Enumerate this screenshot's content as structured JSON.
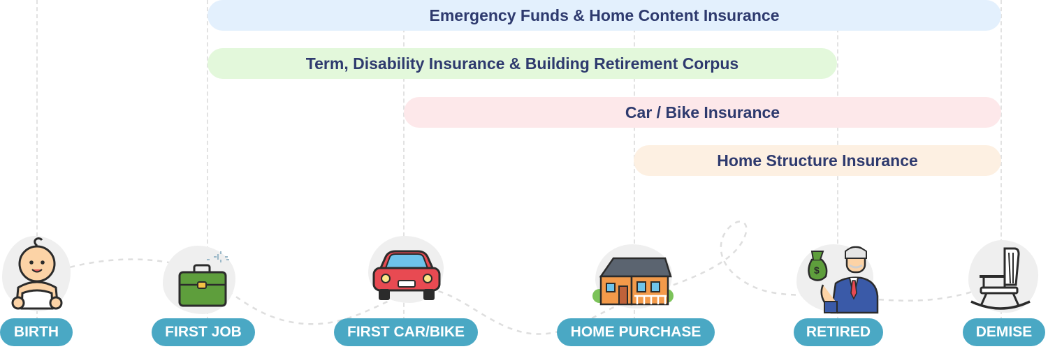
{
  "coverage_bands": [
    {
      "id": "emergency",
      "label": "Emergency Funds & Home Content Insurance",
      "color": "#e3f0fd"
    },
    {
      "id": "term",
      "label": "Term, Disability Insurance & Building Retirement Corpus",
      "color": "#e3f8db"
    },
    {
      "id": "vehicle",
      "label": "Car / Bike Insurance",
      "color": "#fde8ea"
    },
    {
      "id": "home",
      "label": "Home Structure Insurance",
      "color": "#fdf0e2"
    }
  ],
  "milestones": [
    {
      "id": "birth",
      "label": "BIRTH",
      "icon": "baby-icon"
    },
    {
      "id": "job",
      "label": "FIRST JOB",
      "icon": "briefcase-icon"
    },
    {
      "id": "car",
      "label": "FIRST CAR/BIKE",
      "icon": "car-icon"
    },
    {
      "id": "home",
      "label": "HOME PURCHASE",
      "icon": "house-icon"
    },
    {
      "id": "ret",
      "label": "RETIRED",
      "icon": "retiree-icon"
    },
    {
      "id": "dem",
      "label": "DEMISE",
      "icon": "rocking-chair-icon"
    }
  ],
  "colors": {
    "pill": "#4aa8c4",
    "band_text": "#2e3a6e"
  }
}
